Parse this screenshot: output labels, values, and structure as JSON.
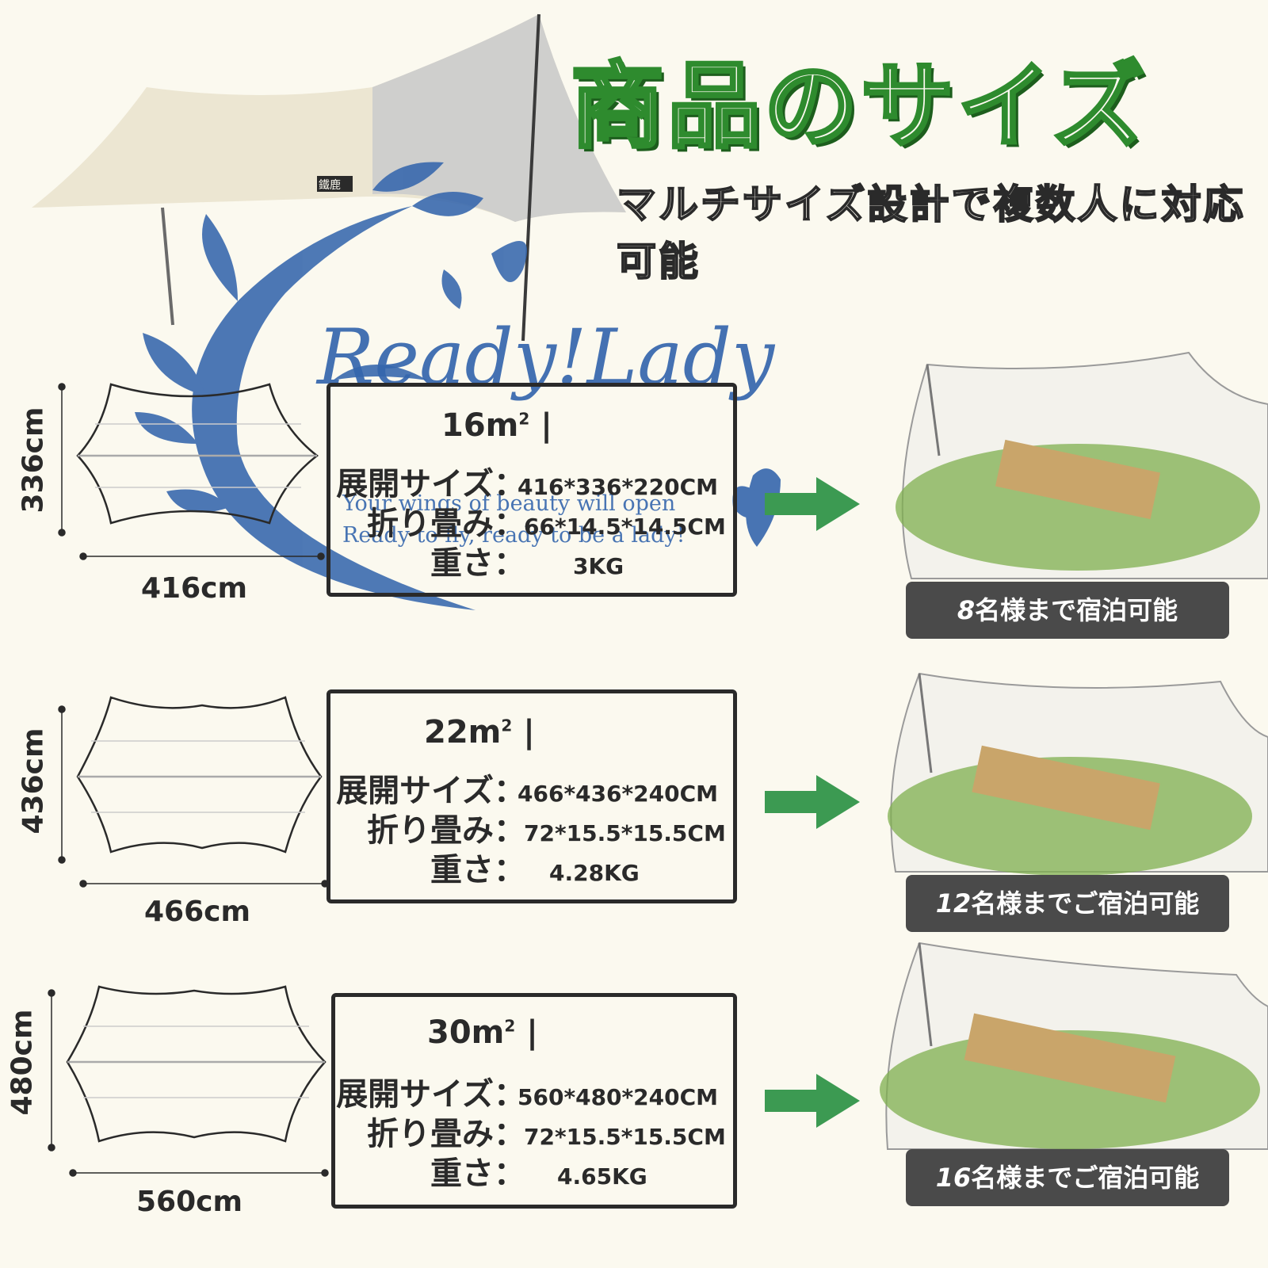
{
  "header": {
    "title": "商品のサイズ",
    "subtitle": "マルチサイズ設計で複数人に対応可能"
  },
  "watermark": {
    "brand": "Ready!Lady",
    "line1": "Your wings of beauty will open",
    "line2": "Ready to fly, ready to be a lady!"
  },
  "hero": {
    "tag": "鐵鹿"
  },
  "sizes": [
    {
      "depth": "336cm",
      "width": "416cm",
      "area_num": "16m",
      "area_sup": "2",
      "rows": [
        {
          "label": "展開サイズ",
          "colon": "：",
          "value": "416*336*220CM"
        },
        {
          "label": "折り畳み",
          "colon": "：",
          "value": "66*14.5*14.5CM"
        },
        {
          "label": "重さ",
          "colon": "：",
          "value": "3KG"
        }
      ],
      "badge_num": "8",
      "badge_text": "名様まで宿泊可能"
    },
    {
      "depth": "436cm",
      "width": "466cm",
      "area_num": "22m",
      "area_sup": "2",
      "rows": [
        {
          "label": "展開サイズ",
          "colon": "：",
          "value": "466*436*240CM"
        },
        {
          "label": "折り畳み",
          "colon": "：",
          "value": "72*15.5*15.5CM"
        },
        {
          "label": "重さ",
          "colon": "：",
          "value": "4.28KG"
        }
      ],
      "badge_num": "12",
      "badge_text": "名様までご宿泊可能"
    },
    {
      "depth": "480cm",
      "width": "560cm",
      "area_num": "30m",
      "area_sup": "2",
      "rows": [
        {
          "label": "展開サイズ",
          "colon": "：",
          "value": "560*480*240CM"
        },
        {
          "label": "折り畳み",
          "colon": "：",
          "value": "72*15.5*15.5CM"
        },
        {
          "label": "重さ",
          "colon": "：",
          "value": "4.65KG"
        }
      ],
      "badge_num": "16",
      "badge_text": "名様までご宿泊可能"
    }
  ],
  "colors": {
    "background": "#fbf9ef",
    "title_green": "#2e8b2e",
    "arrow_green": "#3c9a52",
    "watermark_blue": "#3566ad",
    "badge_gray": "#4a4a4a"
  }
}
